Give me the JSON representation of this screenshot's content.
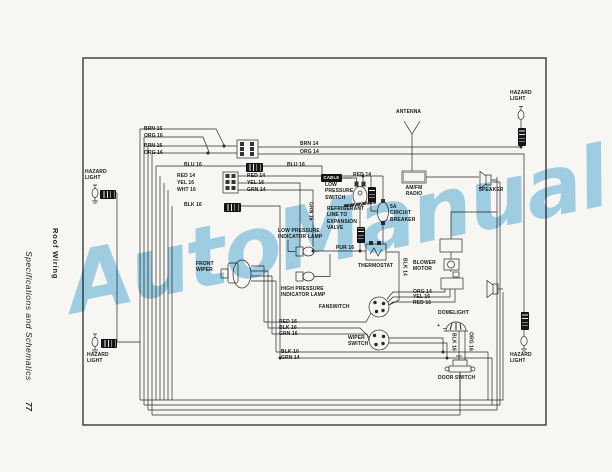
{
  "page": {
    "watermark_text": "AutoManual",
    "side_rail": {
      "section": "Roof Wiring",
      "book": "Specifications and Schematics",
      "page_number": "77"
    },
    "colors": {
      "watermark": "#8cc9e6",
      "ink": "#1c1c1c",
      "paper": "#f7f6f3"
    }
  },
  "labels": {
    "hazard_tl": "HAZARD LIGHT",
    "hazard_bl": "HAZARD LIGHT",
    "hazard_tr": "HAZARD LIGHT",
    "hazard_br": "HAZARD LIGHT",
    "antenna": "ANTENNA",
    "radio": "AM/FM RADIO",
    "speaker": "SPEAKER",
    "cable": "CABLE",
    "low_pressure_switch": "LOW PRESSURE SWITCH",
    "refrigerant": "REFRIGERANT LINE TO EXPANSION VALVE",
    "circuit_breaker": "5A CIRCUIT BREAKER",
    "low_pressure_lamp": "LOW PRESSURE INDICATOR LAMP",
    "high_pressure_lamp": "HIGH PRESSURE INDICATOR LAMP",
    "thermostat": "THERMOSTAT",
    "blower_motor": "BLOWER MOTOR",
    "front_wiper": "FRONT WIPER",
    "fanswitch": "FANSWITCH",
    "wiper_switch": "WIPER SWITCH",
    "domelight": "DOMELIGHT",
    "domelight_plus": "+",
    "door_switch": "DOOR SWITCH"
  },
  "wires": {
    "brn16_a": "BRN 16",
    "org16_a": "ORG 16",
    "brn16_b": "BRN 16",
    "org16_b": "ORG 16",
    "brn14": "BRN 14",
    "org14": "ORG 14",
    "blu16_l": "BLU 16",
    "blu16_r": "BLU 16",
    "red14_l": "RED 14",
    "yel16_l": "YEL 16",
    "wht16": "WHT 16",
    "blk16_l": "BLK 16",
    "red14_m": "RED 14",
    "yel16_m": "YEL 16",
    "grn14_m": "GRN 14",
    "red14_sw": "RED 14",
    "grn16_v": "GRN 16",
    "pur16": "PUR 16",
    "blk14_v": "BLK 14",
    "org14_b": "ORG 14",
    "yel16_b": "YEL 16",
    "red16_b": "RED 16",
    "red16_w": "RED 16",
    "blk16_w": "BLK 16",
    "grn16_w": "GRN 16",
    "blk10": "BLK 10",
    "grn14_b": "GRN 14",
    "blk16_dome": "BLK 16",
    "org16_dome": "ORG 16"
  }
}
